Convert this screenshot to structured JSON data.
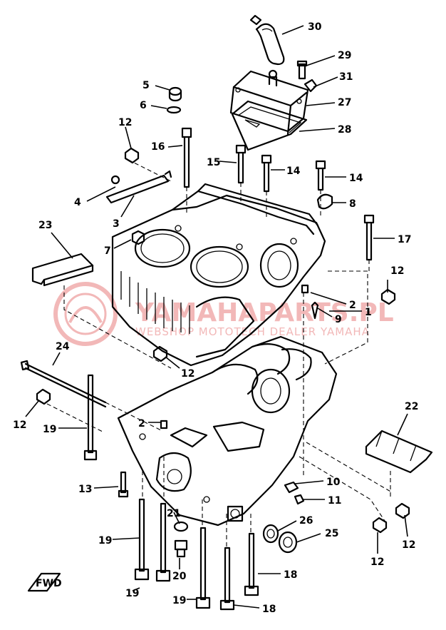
{
  "watermark": {
    "line1": "YAMAHAPARTS.PL",
    "line2": "WEBSHOP MOTOTECH DEALER YAMAHA",
    "color": "#f2b8b8"
  },
  "badge": {
    "text": "FWD"
  },
  "callouts": {
    "c30": "30",
    "c29": "29",
    "c31": "31",
    "c27": "27",
    "c28": "28",
    "c5": "5",
    "c6": "6",
    "c12a": "12",
    "c16": "16",
    "c15": "15",
    "c14a": "14",
    "c14b": "14",
    "c4": "4",
    "c3": "3",
    "c8": "8",
    "c23": "23",
    "c7": "7",
    "c17": "17",
    "c12b": "12",
    "c2a": "2",
    "c1": "1",
    "c9": "9",
    "c24": "24",
    "c12c": "12",
    "c12d": "12",
    "c19a": "19",
    "c2b": "2",
    "c22": "22",
    "c13": "13",
    "c10": "10",
    "c11": "11",
    "c21": "21",
    "c26": "26",
    "c25": "25",
    "c19b": "19",
    "c20": "20",
    "c18a": "18",
    "c12e": "12",
    "c12f": "12",
    "c19c": "19",
    "c19d": "19",
    "c18b": "18"
  }
}
